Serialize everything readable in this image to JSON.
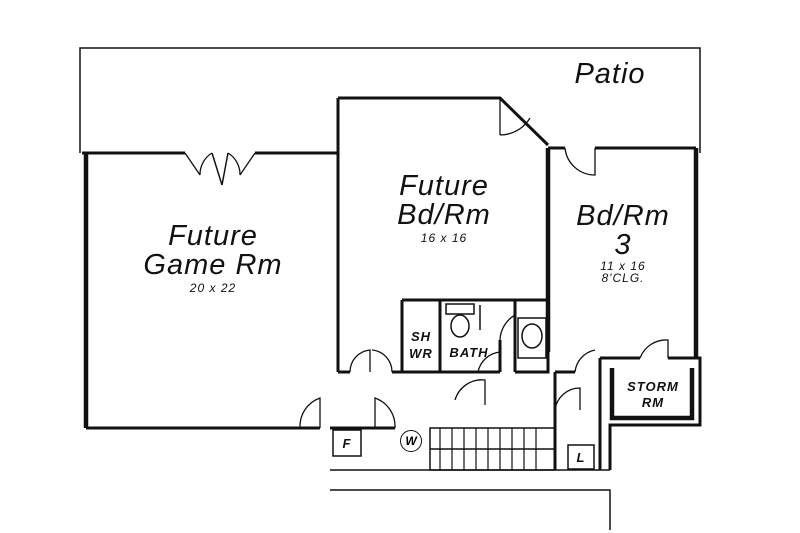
{
  "rooms": {
    "patio": {
      "name": "Patio"
    },
    "game_room": {
      "name_line1": "Future",
      "name_line2": "Game Rm",
      "size": "20 x 22"
    },
    "future_bedroom": {
      "name_line1": "Future",
      "name_line2": "Bd/Rm",
      "size": "16 x 16"
    },
    "bedroom3": {
      "name_line1": "Bd/Rm",
      "name_line2": "3",
      "size": "11 x 16",
      "ceiling": "8'CLG."
    },
    "storm_room": {
      "name_line1": "STORM",
      "name_line2": "RM"
    },
    "shower": {
      "line1": "SH",
      "line2": "WR"
    },
    "bath": {
      "name": "BATH"
    }
  },
  "fixtures": {
    "furnace": "F",
    "water_heater": "W",
    "linen": "L"
  }
}
